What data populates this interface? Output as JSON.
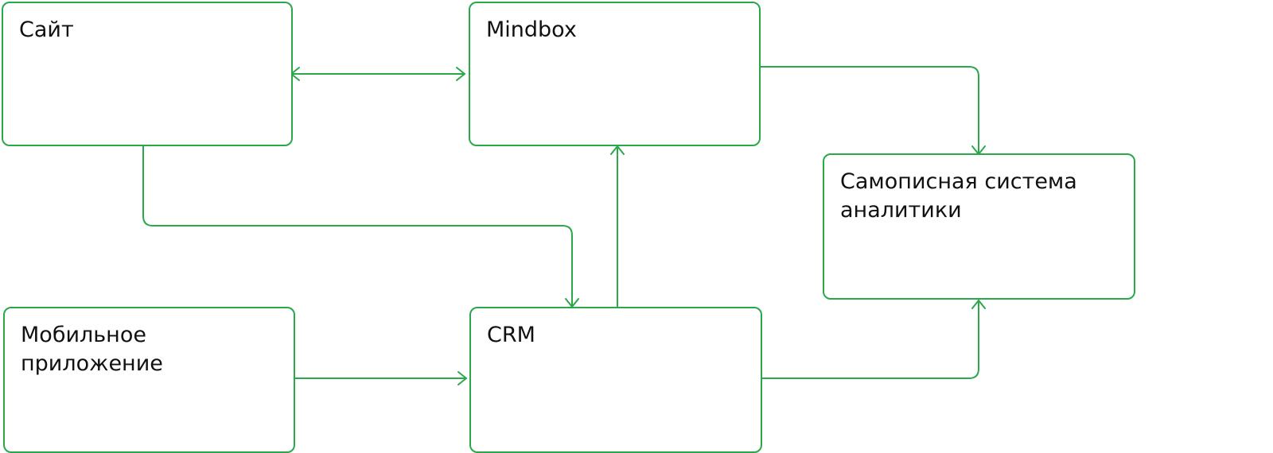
{
  "colors": {
    "accent": "#2aa84a",
    "text": "#111111",
    "background": "#ffffff"
  },
  "nodes": {
    "site": {
      "label": "Сайт"
    },
    "mindbox": {
      "label": "Mindbox"
    },
    "analytics": {
      "label": "Самописная система\nаналитики"
    },
    "mobile": {
      "label": "Мобильное\nприложение"
    },
    "crm": {
      "label": "CRM"
    }
  },
  "edges": [
    {
      "from": "site",
      "to": "mindbox",
      "direction": "both"
    },
    {
      "from": "site",
      "to": "crm",
      "direction": "forward"
    },
    {
      "from": "crm",
      "to": "mindbox",
      "direction": "forward"
    },
    {
      "from": "mindbox",
      "to": "analytics",
      "direction": "forward"
    },
    {
      "from": "mobile",
      "to": "crm",
      "direction": "forward"
    },
    {
      "from": "crm",
      "to": "analytics",
      "direction": "forward"
    }
  ]
}
